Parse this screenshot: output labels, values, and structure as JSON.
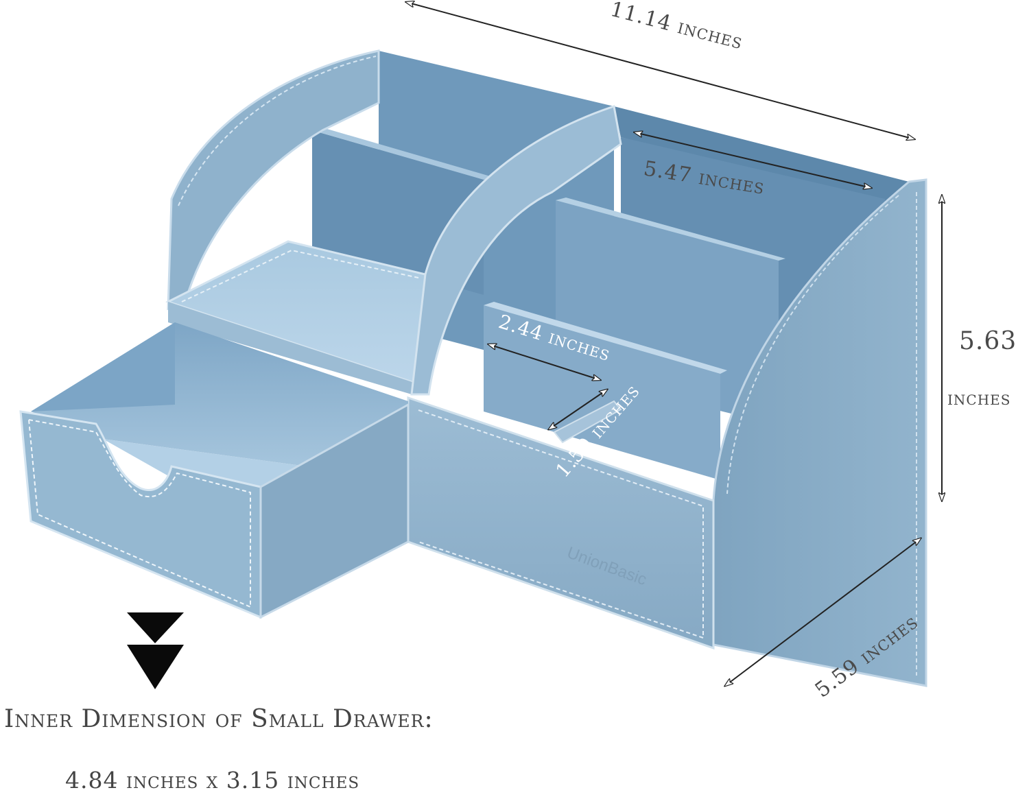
{
  "product": {
    "brand_emboss": "UnionBasic",
    "color": "#8fb2cc"
  },
  "dimensions": {
    "overall_length": "11.14 inches",
    "compartment_width": "5.47 inches",
    "slot_width": "2.44 inches",
    "slot_depth": "1.50 inches",
    "height_value": "5.63",
    "height_unit": "inches",
    "depth": "5.59 inches"
  },
  "drawer_note": {
    "title": "Inner Dimension of Small Drawer:",
    "size": "4.84 inches x 3.15 inches"
  },
  "icons": {
    "down": "double-down-arrow-icon"
  }
}
